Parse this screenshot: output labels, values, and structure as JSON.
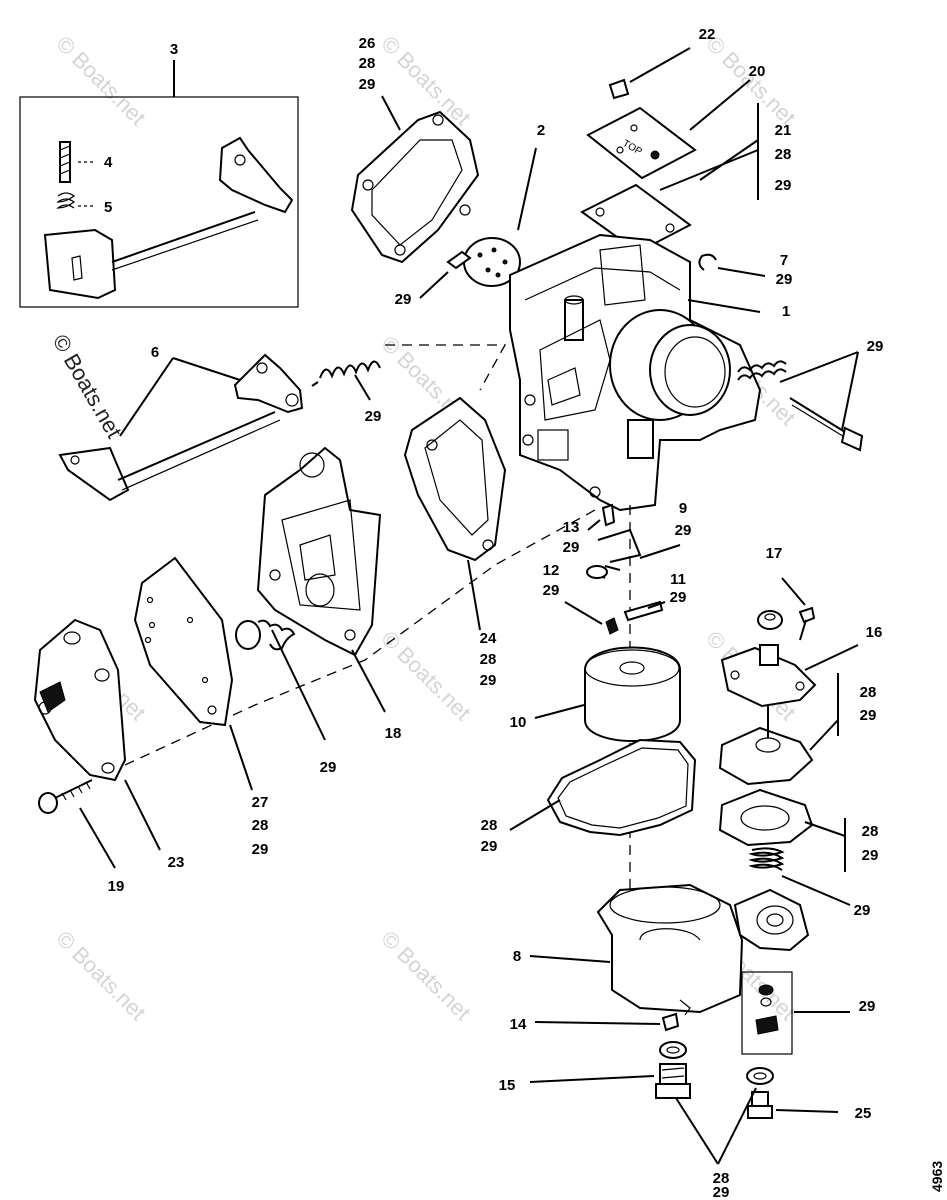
{
  "watermarks": {
    "small": "© Boats.net",
    "large": "© Boats.net"
  },
  "figure_number": "4963",
  "callouts": {
    "c3": "3",
    "c4": "4",
    "c5": "5",
    "c26": "26",
    "c28a": "28",
    "c29a": "29",
    "c22": "22",
    "c20": "20",
    "c21": "21",
    "c28b": "28",
    "c29b": "29",
    "c2": "2",
    "c7": "7",
    "c29c": "29",
    "c1": "1",
    "c29d": "29",
    "c6": "6",
    "c29e": "29",
    "c29f": "29",
    "c9": "9",
    "c29g": "29",
    "c13": "13",
    "c29h": "29",
    "c12": "12",
    "c29i": "29",
    "c11": "11",
    "c29j": "29",
    "c17": "17",
    "c16": "16",
    "c24": "24",
    "c28c": "28",
    "c29k": "29",
    "c28d": "28",
    "c29l": "29",
    "c10": "10",
    "c18": "18",
    "c29m": "29",
    "c27": "27",
    "c28e": "28",
    "c29n": "29",
    "c28f": "28",
    "c29o": "29",
    "c28g": "28",
    "c29p": "29",
    "c19": "19",
    "c23": "23",
    "c29q": "29",
    "c8": "8",
    "c29r": "29",
    "c14": "14",
    "c15": "15",
    "c25": "25",
    "c28h": "28",
    "c29s": "29"
  }
}
